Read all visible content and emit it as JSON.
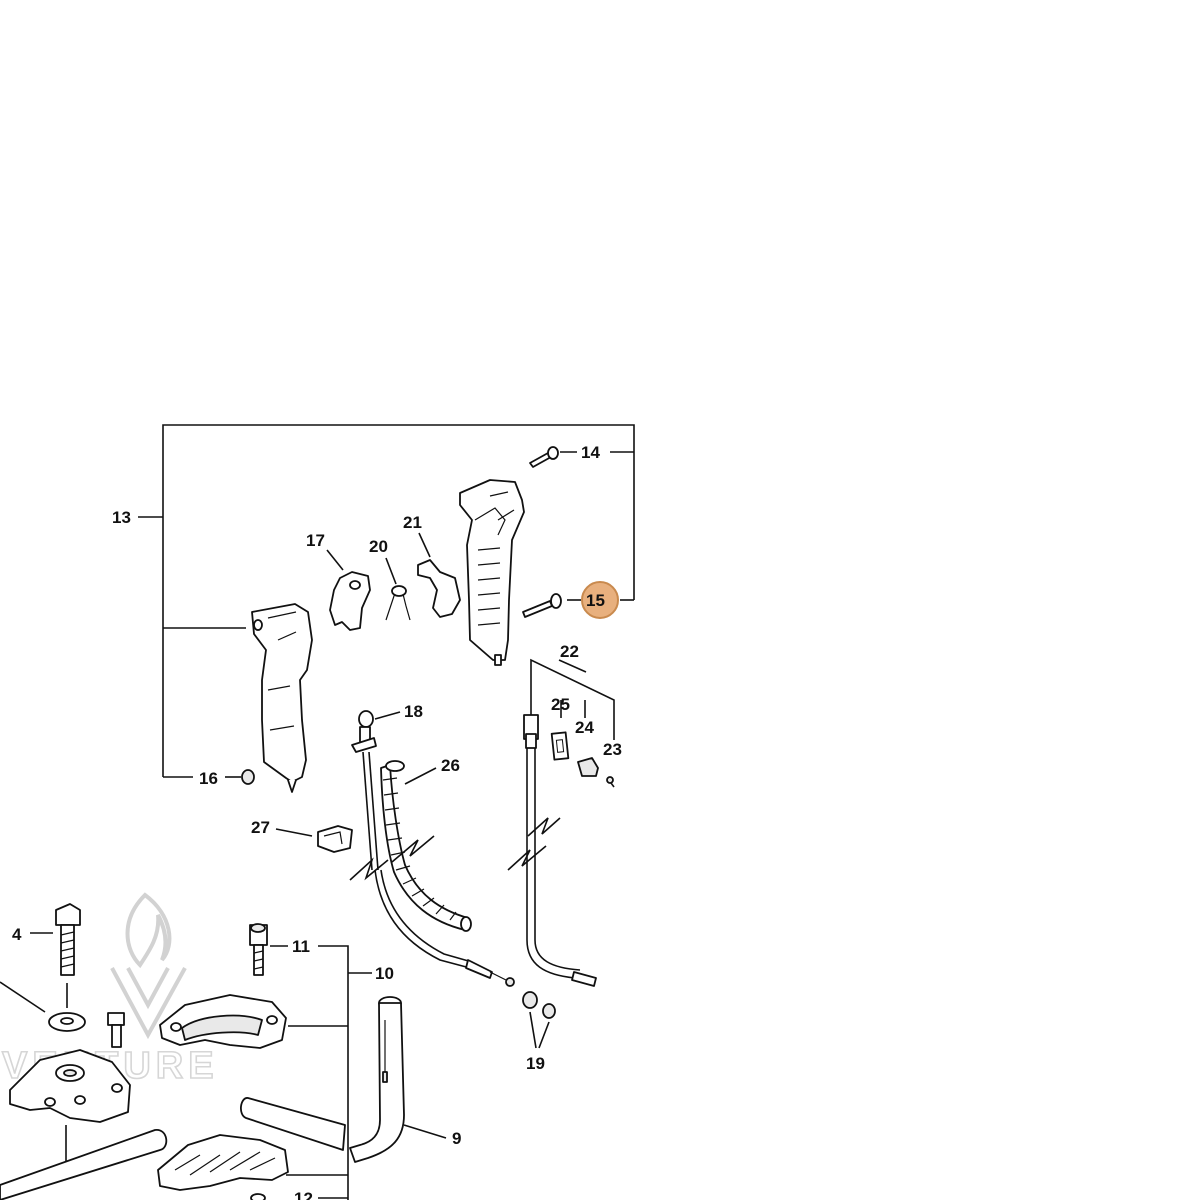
{
  "diagram": {
    "highlighted_callout": "15",
    "callouts": {
      "c4": "4",
      "c9": "9",
      "c10": "10",
      "c11": "11",
      "c12": "12",
      "c13": "13",
      "c14": "14",
      "c15": "15",
      "c16": "16",
      "c17": "17",
      "c18": "18",
      "c19": "19",
      "c20": "20",
      "c21": "21",
      "c22": "22",
      "c23": "23",
      "c24": "24",
      "c25": "25",
      "c26": "26",
      "c27": "27"
    },
    "watermark": "VENTURE",
    "highlight_color": "#e8b07e"
  }
}
